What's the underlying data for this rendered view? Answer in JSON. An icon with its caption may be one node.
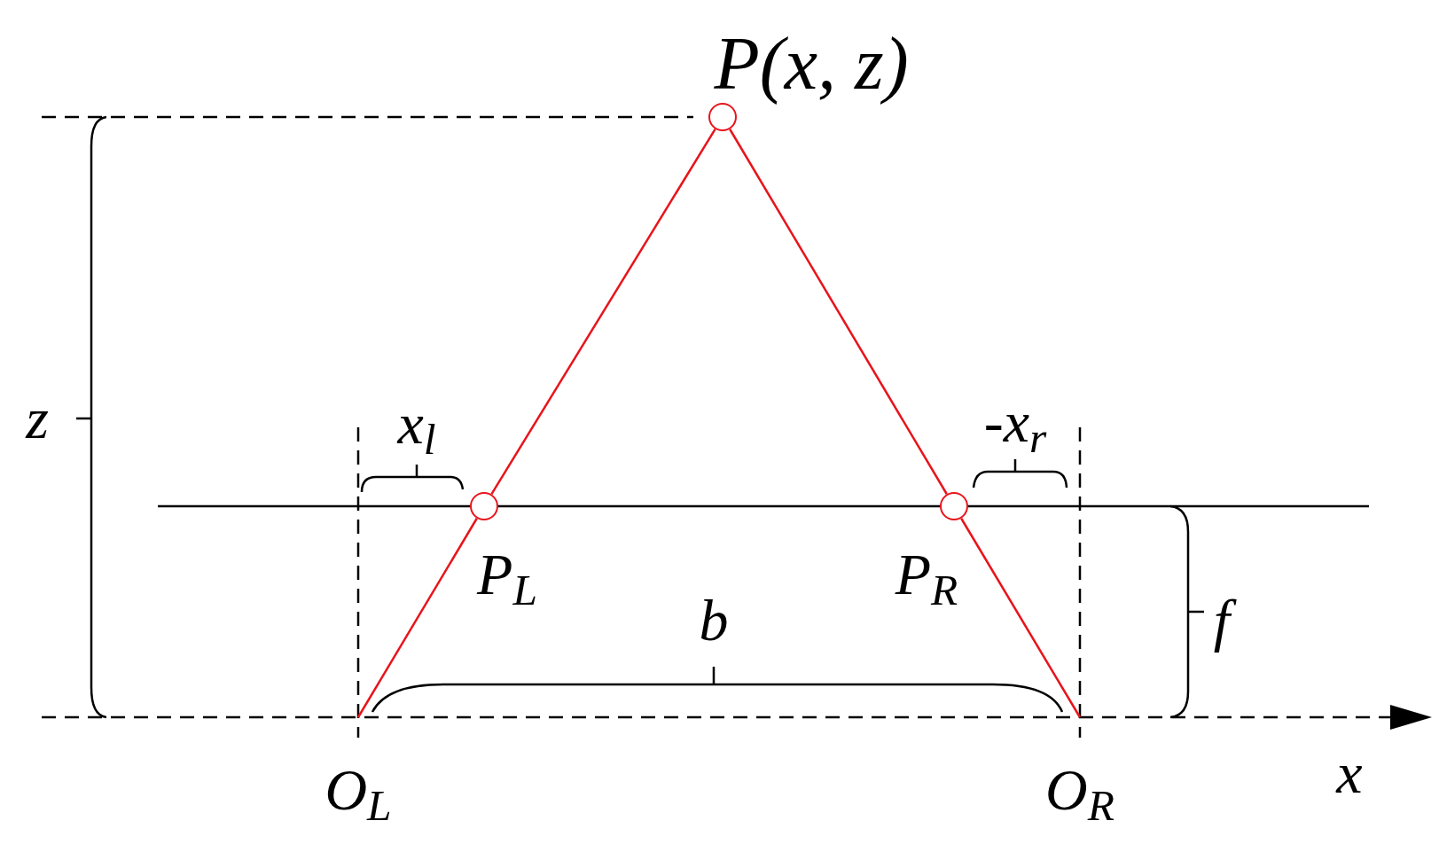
{
  "diagram": {
    "nodes": [
      {
        "text": [],
        "shape": "circle",
        "beside": [
          "P(x, z)"
        ]
      },
      {
        "text": [],
        "shape": "circle",
        "beside": [
          "P$_{L}$"
        ]
      },
      {
        "text": [],
        "shape": "circle",
        "beside": [
          "P$_{R}$"
        ]
      },
      {
        "text": [
          "O$_{L}$"
        ]
      },
      {
        "text": [
          "O$_{R}$"
        ]
      }
    ],
    "edges": [
      {
        "from": 0,
        "to": 1,
        "arrow": "none"
      },
      {
        "from": 1,
        "to": 3,
        "arrow": "none"
      },
      {
        "from": 0,
        "to": 2,
        "arrow": "none"
      },
      {
        "from": 2,
        "to": 4,
        "arrow": "none"
      }
    ],
    "labels": [
      "z",
      "x$_{l}$",
      "-x$_{r}$",
      "b",
      "f",
      "x"
    ]
  }
}
